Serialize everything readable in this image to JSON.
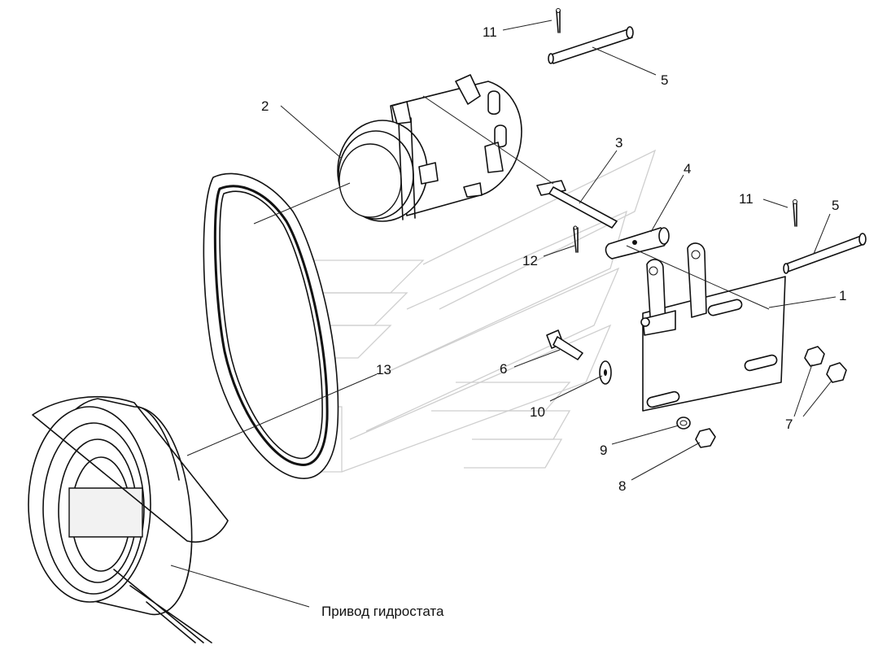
{
  "callouts": {
    "c1": "1",
    "c2": "2",
    "c3": "3",
    "c4": "4",
    "c5a": "5",
    "c5b": "5",
    "c6": "6",
    "c7": "7",
    "c8": "8",
    "c9": "9",
    "c10": "10",
    "c11a": "11",
    "c11b": "11",
    "c12": "12",
    "c13": "13"
  },
  "caption": "Привод гидростата"
}
